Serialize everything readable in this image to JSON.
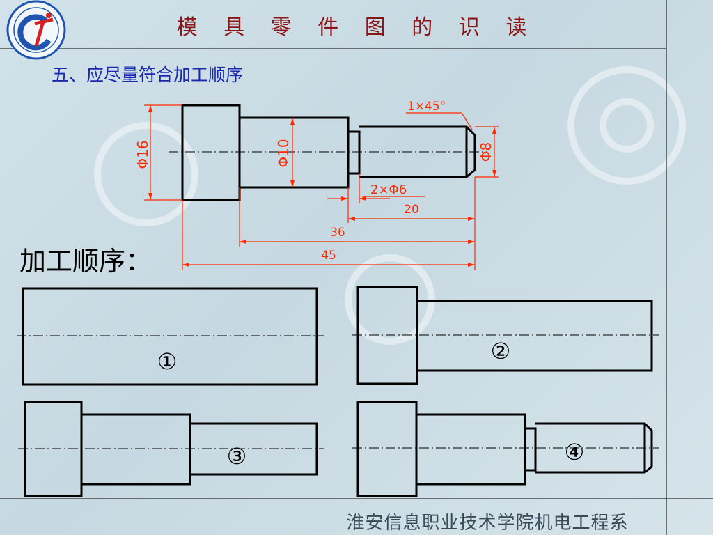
{
  "title": "模 具 零 件 图 的 识 读",
  "subtitle": "五、应尽量符合加工顺序",
  "sequence_label": "加工顺序：",
  "footer": "淮安信息职业技术学院机电工程系",
  "colors": {
    "title": "#8a1616",
    "subtitle": "#1a2ab0",
    "dimension": "#ff2a00",
    "outline": "#000000",
    "logo": "#1f55b0"
  },
  "drawing": {
    "dims": {
      "dia16": "Φ16",
      "dia10": "Φ10",
      "dia8": "Φ8",
      "chamfer": "1×45°",
      "groove": "2×Φ6",
      "len20": "20",
      "len36": "36",
      "len45": "45"
    }
  },
  "steps": [
    {
      "label": "①"
    },
    {
      "label": "②"
    },
    {
      "label": "③"
    },
    {
      "label": "④"
    }
  ]
}
